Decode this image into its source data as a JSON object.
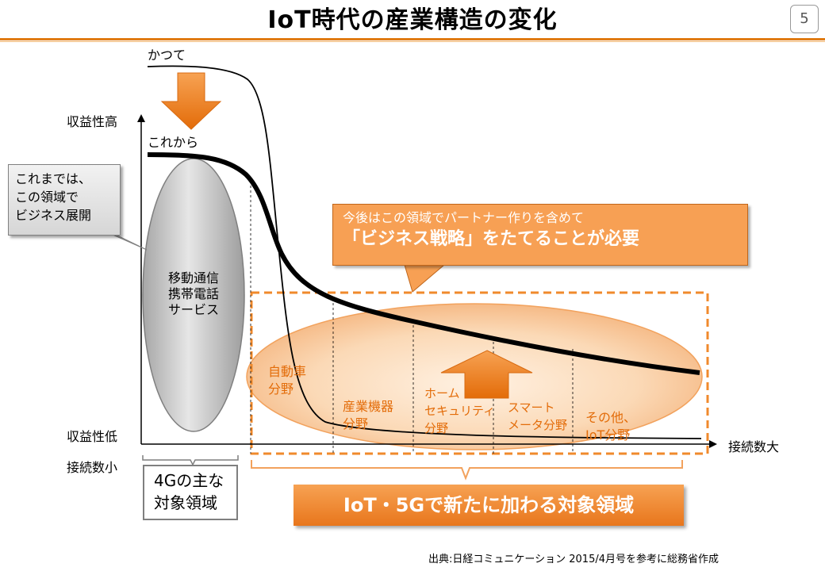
{
  "slide": {
    "title": "IoT時代の産業構造の変化",
    "page_number": "5"
  },
  "axes": {
    "y_high": "収益性高",
    "y_low": "収益性低",
    "x_small": "接続数小",
    "x_large": "接続数大"
  },
  "curves": {
    "past_label": "かつて",
    "future_label": "これから"
  },
  "callout_left": {
    "line1": "これまでは、",
    "line2": "この領域で",
    "line3": "ビジネス展開"
  },
  "mobile_oval": {
    "line1": "移動通信",
    "line2": "携帯電話",
    "line3": "サービス"
  },
  "callout_right": {
    "line1": "今後はこの領域でパートナー作りを含めて",
    "line2": "「ビジネス戦略」をたてることが必要"
  },
  "segments": [
    {
      "line1": "自動車",
      "line2": "分野",
      "line3": ""
    },
    {
      "line1": "産業機器",
      "line2": "分野",
      "line3": ""
    },
    {
      "line1": "ホーム",
      "line2": "セキュリティ",
      "line3": "分野"
    },
    {
      "line1": "スマート",
      "line2": "メータ分野",
      "line3": ""
    },
    {
      "line1": "その他、",
      "line2": "IoT分野",
      "line3": ""
    }
  ],
  "box_4g": {
    "line1": "4Gの主な",
    "line2": "対象領域"
  },
  "banner": "IoT・5Gで新たに加わる対象領域",
  "source": "出典:日経コミュニケーション 2015/4月号を参考に総務省作成",
  "colors": {
    "accent_orange": "#e36c09",
    "callout_orange": "#f7a054",
    "banner_orange": "#e8761c",
    "gray_oval": "#bfbfbf"
  }
}
